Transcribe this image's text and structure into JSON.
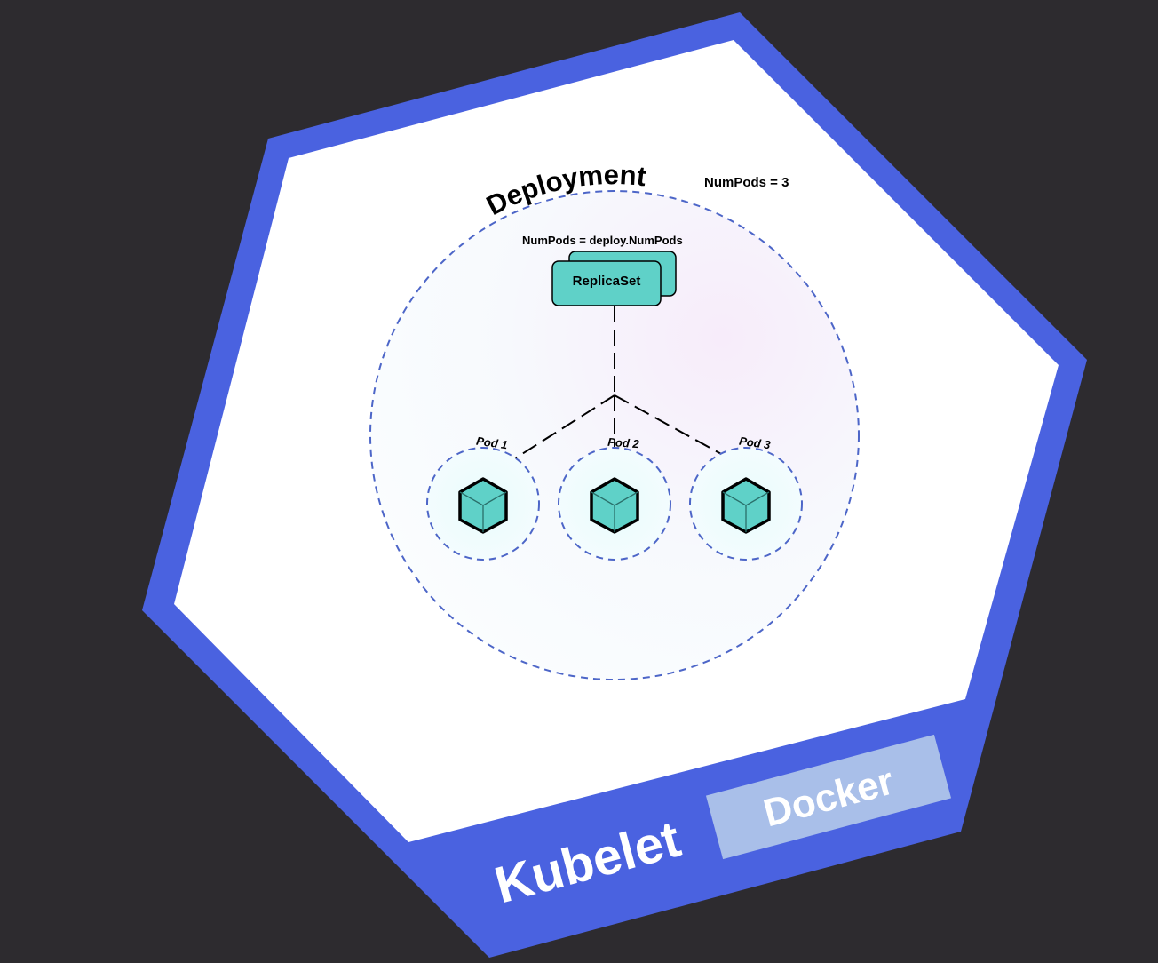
{
  "colors": {
    "background": "#2d2b2f",
    "node_border": "#4a62e0",
    "node_fill": "#ffffff",
    "docker_box": "#a9bfe9",
    "teal": "#5fd1c8",
    "dash": "#4d66c8"
  },
  "deployment": {
    "title": "Deployment",
    "numpods_label": "NumPods = 3"
  },
  "replicaset": {
    "label": "ReplicaSet",
    "numpods_label": "NumPods = deploy.NumPods"
  },
  "pods": [
    {
      "label": "Pod 1",
      "icon": "container-cube-icon"
    },
    {
      "label": "Pod 2",
      "icon": "container-cube-icon"
    },
    {
      "label": "Pod 3",
      "icon": "container-cube-icon"
    }
  ],
  "node": {
    "kubelet_label": "Kubelet",
    "docker_label": "Docker"
  }
}
